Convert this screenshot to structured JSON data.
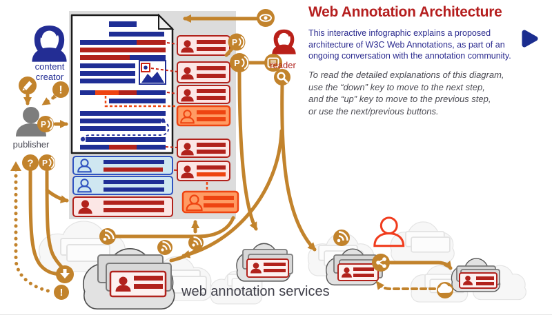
{
  "header": {
    "title": "Web Annotation Architecture",
    "intro": "This interactive infographic explains a proposed architecture of W3C Web Annotations, as part of an ongoing conversation with the annotation community.",
    "instructions": [
      "To read the detailed explanations of this diagram,",
      "use the “down” key to move to the next step,",
      "and the “up” key to move to the previous step,",
      "or use the next/previous buttons."
    ]
  },
  "labels": {
    "content_creator": "content creator",
    "publisher": "publisher",
    "reader": "reader",
    "services": "web annotation services"
  },
  "icon_glyphs": {
    "annotation_logo": "P",
    "question": "?",
    "exclamation": "!"
  },
  "icons": [
    "pencil-icon",
    "alert-icon",
    "annotation-logo-icon",
    "question-icon",
    "download-icon",
    "up-arrow-icon",
    "eye-icon",
    "annotation-list-icon",
    "magnifier-icon",
    "feed-icon",
    "share-icon",
    "cloud-sync-icon",
    "play-next-button",
    "annotation-search-icon"
  ],
  "colors": {
    "accent_orange": "#c2832c",
    "highlight_orange": "#ee4411",
    "navy": "#1f2e95",
    "crimson": "#b1221c",
    "title_red": "#b51f1f",
    "text_blue": "#2b2b8f",
    "text_gray": "#4a4a52",
    "panel_gray": "#dcdcdc",
    "cloud_gray": "#e2e2e2",
    "light_blue_card": "#cfe7f1",
    "pink_card": "#fce6e5"
  }
}
